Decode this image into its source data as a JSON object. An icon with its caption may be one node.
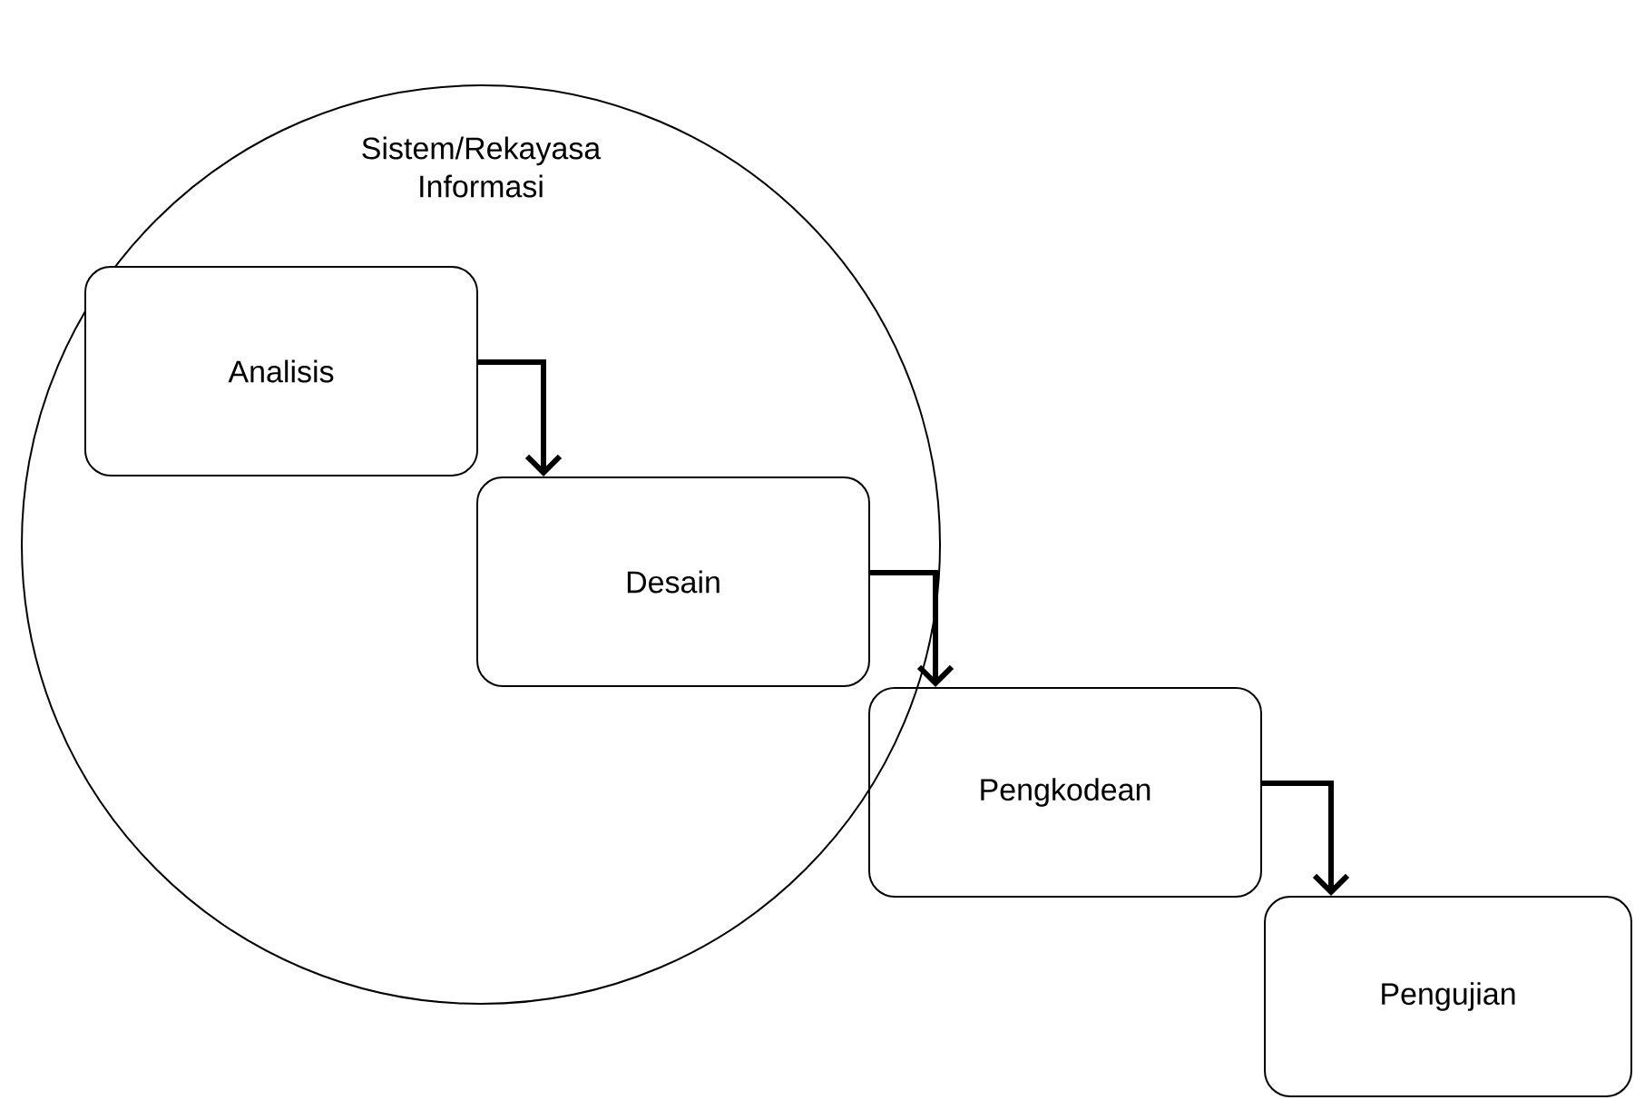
{
  "diagram": {
    "nodes": [
      {
        "text": [
          "Sistem/Rekayasa Informasi"
        ]
      },
      {
        "text": [
          "Analisis"
        ],
        "in": 0
      },
      {
        "text": [
          "Desain"
        ],
        "in": 0
      },
      {
        "text": [
          "Pengkodean"
        ]
      },
      {
        "text": [
          "Pengujian"
        ]
      }
    ],
    "edges": [
      {
        "from": 1,
        "to": 2,
        "arrow": "to"
      },
      {
        "from": 2,
        "to": 3,
        "arrow": "to"
      },
      {
        "from": 3,
        "to": 4,
        "arrow": "to"
      }
    ]
  }
}
